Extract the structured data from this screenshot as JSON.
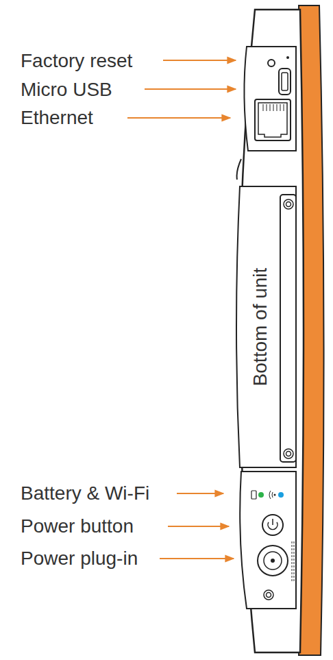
{
  "diagram": {
    "nodes": [
      {
        "text": [
          "Bottom of unit"
        ]
      }
    ],
    "labels": [
      "Factory reset",
      "Micro USB",
      "Ethernet",
      "Battery & Wi-Fi",
      "Power button",
      "Power plug-in"
    ]
  }
}
